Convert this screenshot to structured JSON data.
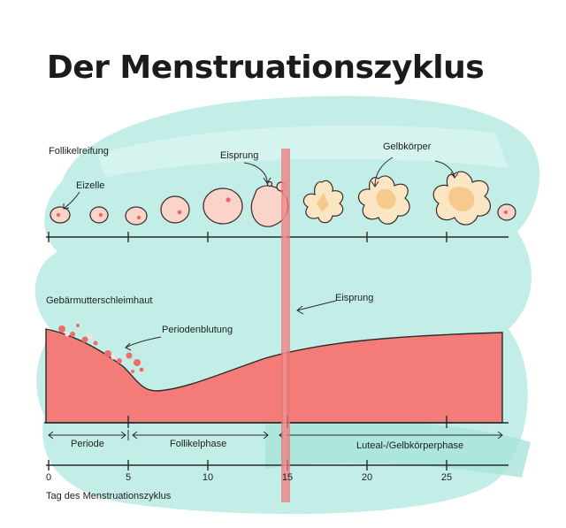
{
  "title": "Der Menstruationszyklus",
  "ovary": {
    "label": "Follikelreifung",
    "egg_label": "Eizelle",
    "ovulation_label": "Eisprung",
    "corpus_label": "Gelbkörper"
  },
  "uterus": {
    "label": "Gebärmutterschleimhaut",
    "bleeding_label": "Periodenblutung",
    "ovulation_label": "Eisprung"
  },
  "phases": [
    "Periode",
    "Follikelphase",
    "Luteal-/Gelbkörperphase"
  ],
  "axis": {
    "ticks": [
      "0",
      "5",
      "10",
      "15",
      "20",
      "25"
    ],
    "label": "Tag des Menstruationszyklus"
  },
  "colors": {
    "background_wash": "#b9ebe3",
    "lining": "#f47c78",
    "ovulation_band": "#e8787a",
    "follicle_fill": "#fad4c8",
    "corpus_fill": "#fbe6c4"
  }
}
